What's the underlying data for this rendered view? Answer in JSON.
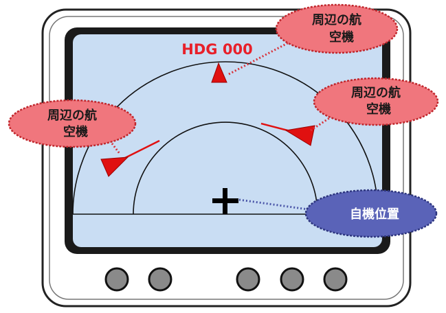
{
  "display": {
    "heading": "HDG 000"
  },
  "callouts": {
    "top_right": {
      "line1": "周辺の航",
      "line2": "空機"
    },
    "right": {
      "line1": "周辺の航",
      "line2": "空機"
    },
    "left": {
      "line1": "周辺の航",
      "line2": "空機"
    },
    "own_position": "自機位置"
  },
  "colors": {
    "bezel": "#ffffff",
    "bezel_outline": "#222222",
    "screen_fill": "#c9ddf3",
    "screen_border": "#111111",
    "aircraft": "#e01010",
    "heading_text": "#e8202a",
    "callout_red": "#f0767d",
    "callout_blue": "#5a63b8",
    "button": "#8a8a8a"
  },
  "buttons": [
    "button-1",
    "button-2",
    "button-3",
    "button-4",
    "button-5"
  ]
}
